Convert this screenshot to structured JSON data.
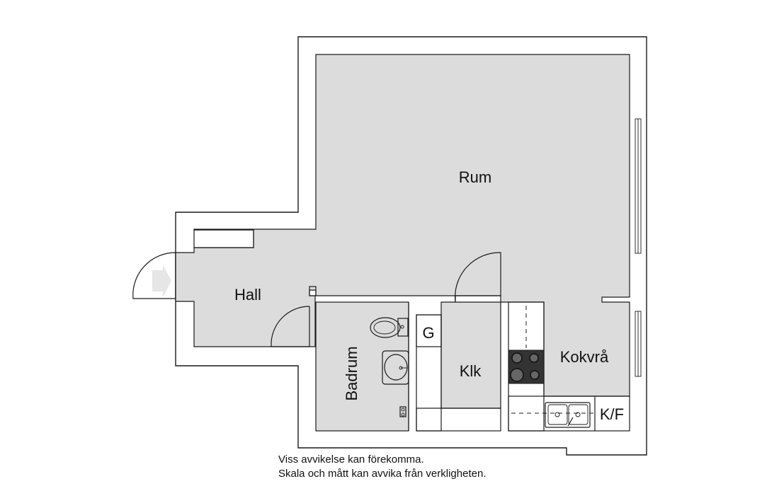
{
  "plan": {
    "floor_color": "#dcdcdc",
    "wall_color": "#ffffff",
    "line_color": "#1a1a1a",
    "rooms": {
      "rum": "Rum",
      "hall": "Hall",
      "badrum": "Badrum",
      "klk": "Klk",
      "kokvra": "Kokvrå"
    },
    "fixtures": {
      "garderob": "G",
      "kyl_frys": "K/F"
    },
    "icons": {
      "entrance": "entrance-arrow-icon",
      "toilet": "toilet-icon",
      "washbasin": "washbasin-icon",
      "stove": "stove-icon",
      "sink": "kitchen-sink-icon"
    }
  },
  "notes": {
    "line1": "Viss avvikelse kan förekomma.",
    "line2": "Skala och mått kan avvika från verkligheten."
  }
}
